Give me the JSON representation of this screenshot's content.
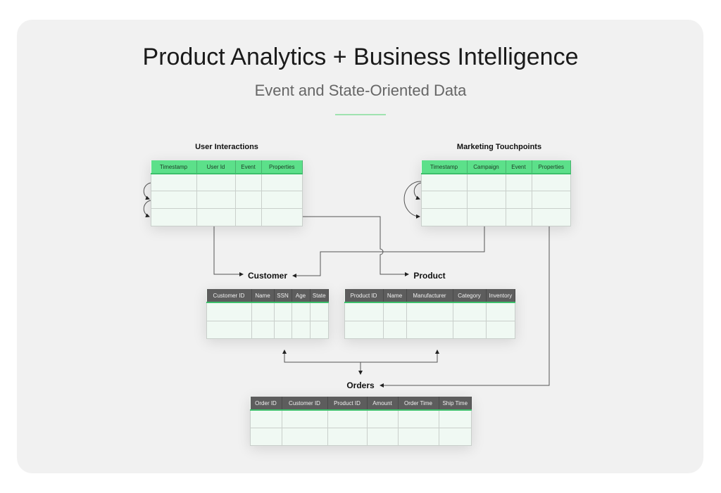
{
  "title": "Product Analytics + Business Intelligence",
  "subtitle": "Event and State-Oriented Data",
  "tables": {
    "user_interactions": {
      "name": "User Interactions",
      "columns": [
        "Timestamp",
        "User Id",
        "Event",
        "Properties"
      ]
    },
    "marketing_touchpoints": {
      "name": "Marketing Touchpoints",
      "columns": [
        "Timestamp",
        "Campaign",
        "Event",
        "Properties"
      ]
    },
    "customer": {
      "name": "Customer",
      "columns": [
        "Customer ID",
        "Name",
        "SSN",
        "Age",
        "State"
      ]
    },
    "product": {
      "name": "Product",
      "columns": [
        "Product ID",
        "Name",
        "Manufacturer",
        "Category",
        "Inventory"
      ]
    },
    "orders": {
      "name": "Orders",
      "columns": [
        "Order ID",
        "Customer ID",
        "Product ID",
        "Amount",
        "Order Time",
        "Ship Time"
      ]
    }
  },
  "colors": {
    "green": "#5ce08a",
    "dark": "#5d5d5d",
    "row": "#f0f9f3"
  }
}
